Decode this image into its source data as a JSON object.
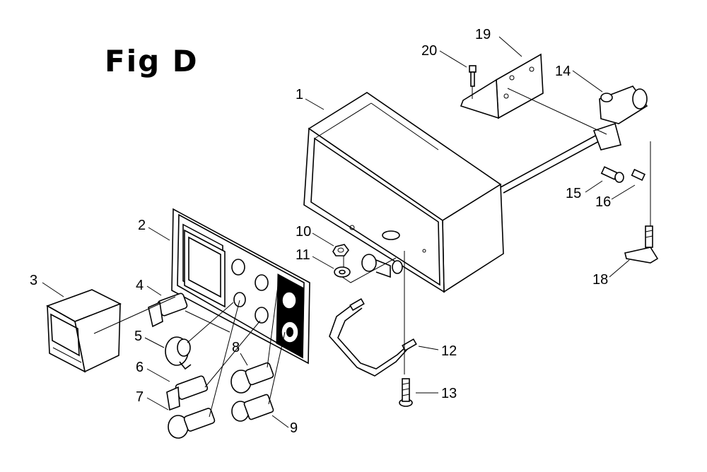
{
  "figure": {
    "title": "Fig D"
  },
  "callouts": [
    {
      "id": "1",
      "label": "1"
    },
    {
      "id": "2",
      "label": "2"
    },
    {
      "id": "3",
      "label": "3"
    },
    {
      "id": "4",
      "label": "4"
    },
    {
      "id": "5",
      "label": "5"
    },
    {
      "id": "6",
      "label": "6"
    },
    {
      "id": "7",
      "label": "7"
    },
    {
      "id": "8",
      "label": "8"
    },
    {
      "id": "9",
      "label": "9"
    },
    {
      "id": "10",
      "label": "10"
    },
    {
      "id": "11",
      "label": "11"
    },
    {
      "id": "12",
      "label": "12"
    },
    {
      "id": "13",
      "label": "13"
    },
    {
      "id": "14",
      "label": "14"
    },
    {
      "id": "15",
      "label": "15"
    },
    {
      "id": "16",
      "label": "16"
    },
    {
      "id": "18",
      "label": "18"
    },
    {
      "id": "19",
      "label": "19"
    },
    {
      "id": "20",
      "label": "20"
    }
  ]
}
